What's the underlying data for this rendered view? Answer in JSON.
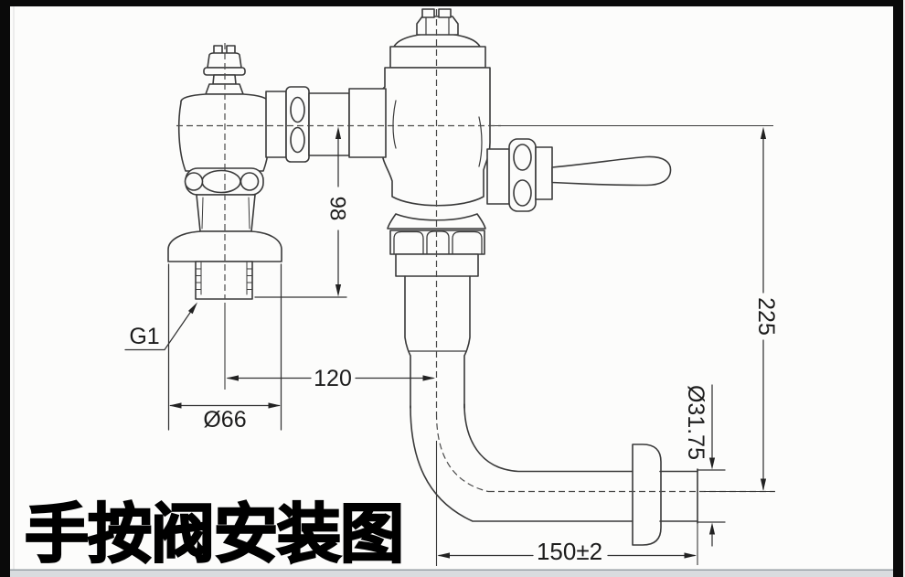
{
  "drawing": {
    "title": "手按阀安装图",
    "labels": {
      "dim_98": "98",
      "dim_225": "225",
      "dim_120": "120",
      "dim_flange_diameter": "Ø66",
      "dim_pipe_diameter": "Ø31.75",
      "dim_outlet_length": "150±2",
      "thread_label": "G1"
    },
    "colors": {
      "paper": "#fcfcfb",
      "frame": "#0a0a0a",
      "line": "#3a3a3a",
      "footer_strip": "#d9dcdf"
    }
  }
}
